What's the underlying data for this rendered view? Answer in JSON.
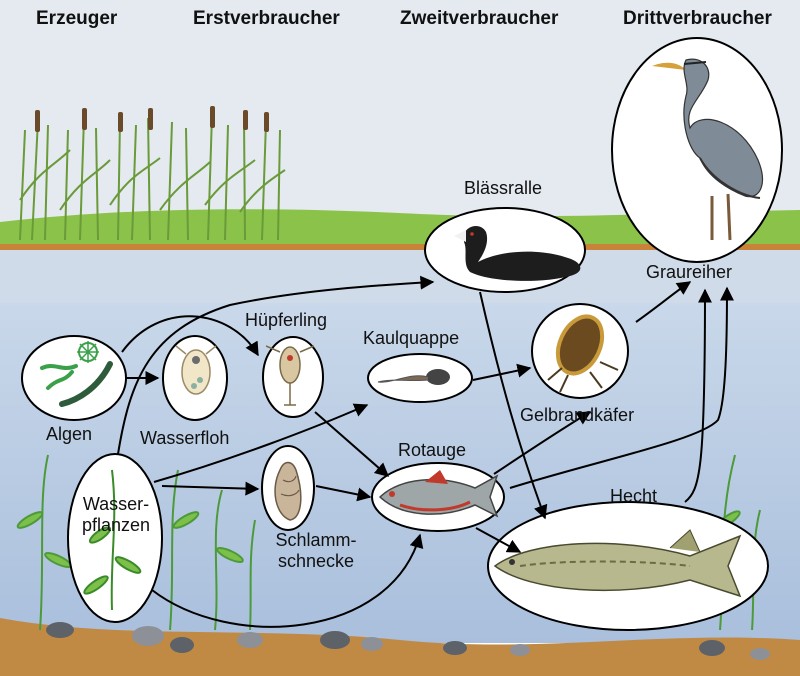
{
  "levels": {
    "producers": "Erzeuger",
    "primary": "Erstverbraucher",
    "secondary": "Zweitverbraucher",
    "tertiary": "Drittverbraucher"
  },
  "organisms": {
    "algae": "Algen",
    "water_flea": "Wasserfloh",
    "copepod": "Hüpferling",
    "water_plants_1": "Wasser-",
    "water_plants_2": "pflanzen",
    "mud_snail_1": "Schlamm-",
    "mud_snail_2": "schnecke",
    "tadpole": "Kaulquappe",
    "roach": "Rotauge",
    "coot": "Blässralle",
    "diving_beetle": "Gelbrandkäfer",
    "pike": "Hecht",
    "heron": "Graureiher"
  },
  "colors": {
    "sky": "#e3e9ee",
    "water": "#b7cbe3",
    "grass": "#7cb342",
    "sediment": "#c9914a",
    "arrow": "#000000"
  }
}
